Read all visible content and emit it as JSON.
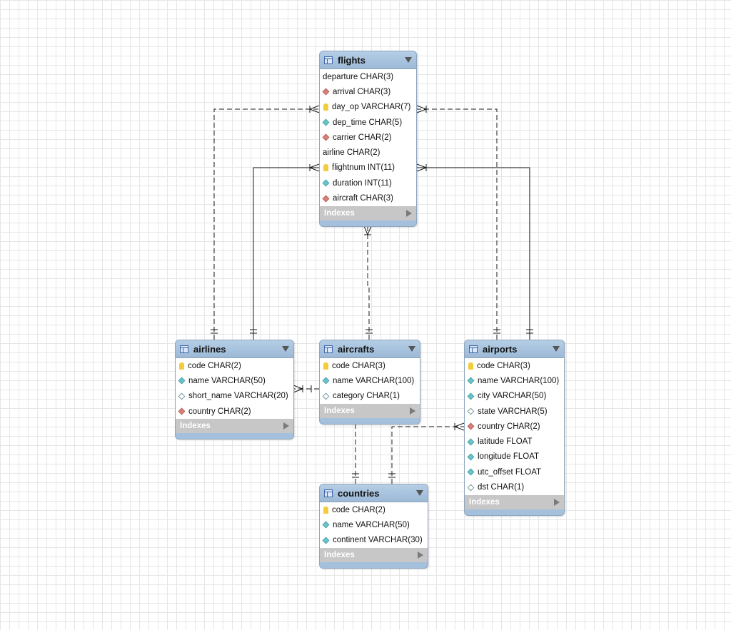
{
  "tables": {
    "flights": {
      "title": "flights",
      "indexes_label": "Indexes",
      "columns": [
        {
          "text": "departure CHAR(3)",
          "marker": "none"
        },
        {
          "text": "arrival CHAR(3)",
          "marker": "foreign-key-diamond"
        },
        {
          "text": "day_op VARCHAR(7)",
          "marker": "primary-key"
        },
        {
          "text": "dep_time CHAR(5)",
          "marker": "not-null-diamond"
        },
        {
          "text": "carrier CHAR(2)",
          "marker": "foreign-key-diamond"
        },
        {
          "text": "airline CHAR(2)",
          "marker": "none"
        },
        {
          "text": "flightnum INT(11)",
          "marker": "primary-key"
        },
        {
          "text": "duration INT(11)",
          "marker": "not-null-diamond"
        },
        {
          "text": "aircraft CHAR(3)",
          "marker": "foreign-key-diamond"
        }
      ]
    },
    "airlines": {
      "title": "airlines",
      "indexes_label": "Indexes",
      "columns": [
        {
          "text": "code CHAR(2)",
          "marker": "primary-key"
        },
        {
          "text": "name VARCHAR(50)",
          "marker": "not-null-diamond"
        },
        {
          "text": "short_name VARCHAR(20)",
          "marker": "nullable-diamond"
        },
        {
          "text": "country CHAR(2)",
          "marker": "foreign-key-diamond"
        }
      ]
    },
    "aircrafts": {
      "title": "aircrafts",
      "indexes_label": "Indexes",
      "columns": [
        {
          "text": "code CHAR(3)",
          "marker": "primary-key"
        },
        {
          "text": "name VARCHAR(100)",
          "marker": "not-null-diamond"
        },
        {
          "text": "category CHAR(1)",
          "marker": "nullable-diamond"
        }
      ]
    },
    "airports": {
      "title": "airports",
      "indexes_label": "Indexes",
      "columns": [
        {
          "text": "code CHAR(3)",
          "marker": "primary-key"
        },
        {
          "text": "name VARCHAR(100)",
          "marker": "not-null-diamond"
        },
        {
          "text": "city VARCHAR(50)",
          "marker": "not-null-diamond"
        },
        {
          "text": "state VARCHAR(5)",
          "marker": "nullable-diamond"
        },
        {
          "text": "country CHAR(2)",
          "marker": "foreign-key-diamond"
        },
        {
          "text": "latitude FLOAT",
          "marker": "not-null-diamond"
        },
        {
          "text": "longitude FLOAT",
          "marker": "not-null-diamond"
        },
        {
          "text": "utc_offset FLOAT",
          "marker": "not-null-diamond"
        },
        {
          "text": "dst CHAR(1)",
          "marker": "nullable-diamond"
        }
      ]
    },
    "countries": {
      "title": "countries",
      "indexes_label": "Indexes",
      "columns": [
        {
          "text": "code CHAR(2)",
          "marker": "primary-key"
        },
        {
          "text": "name VARCHAR(50)",
          "marker": "not-null-diamond"
        },
        {
          "text": "continent VARCHAR(30)",
          "marker": "not-null-diamond"
        }
      ]
    }
  },
  "relationships": [
    {
      "from": "airlines",
      "to": "flights",
      "identifying": false
    },
    {
      "from": "airlines",
      "to": "flights",
      "identifying": true
    },
    {
      "from": "airports",
      "to": "flights",
      "identifying": false
    },
    {
      "from": "airports",
      "to": "flights",
      "identifying": true
    },
    {
      "from": "aircrafts",
      "to": "flights",
      "identifying": false
    },
    {
      "from": "aircrafts",
      "to": "airlines",
      "identifying": false
    },
    {
      "from": "countries",
      "to": "aircrafts",
      "identifying": false
    },
    {
      "from": "countries",
      "to": "airports",
      "identifying": false
    }
  ]
}
